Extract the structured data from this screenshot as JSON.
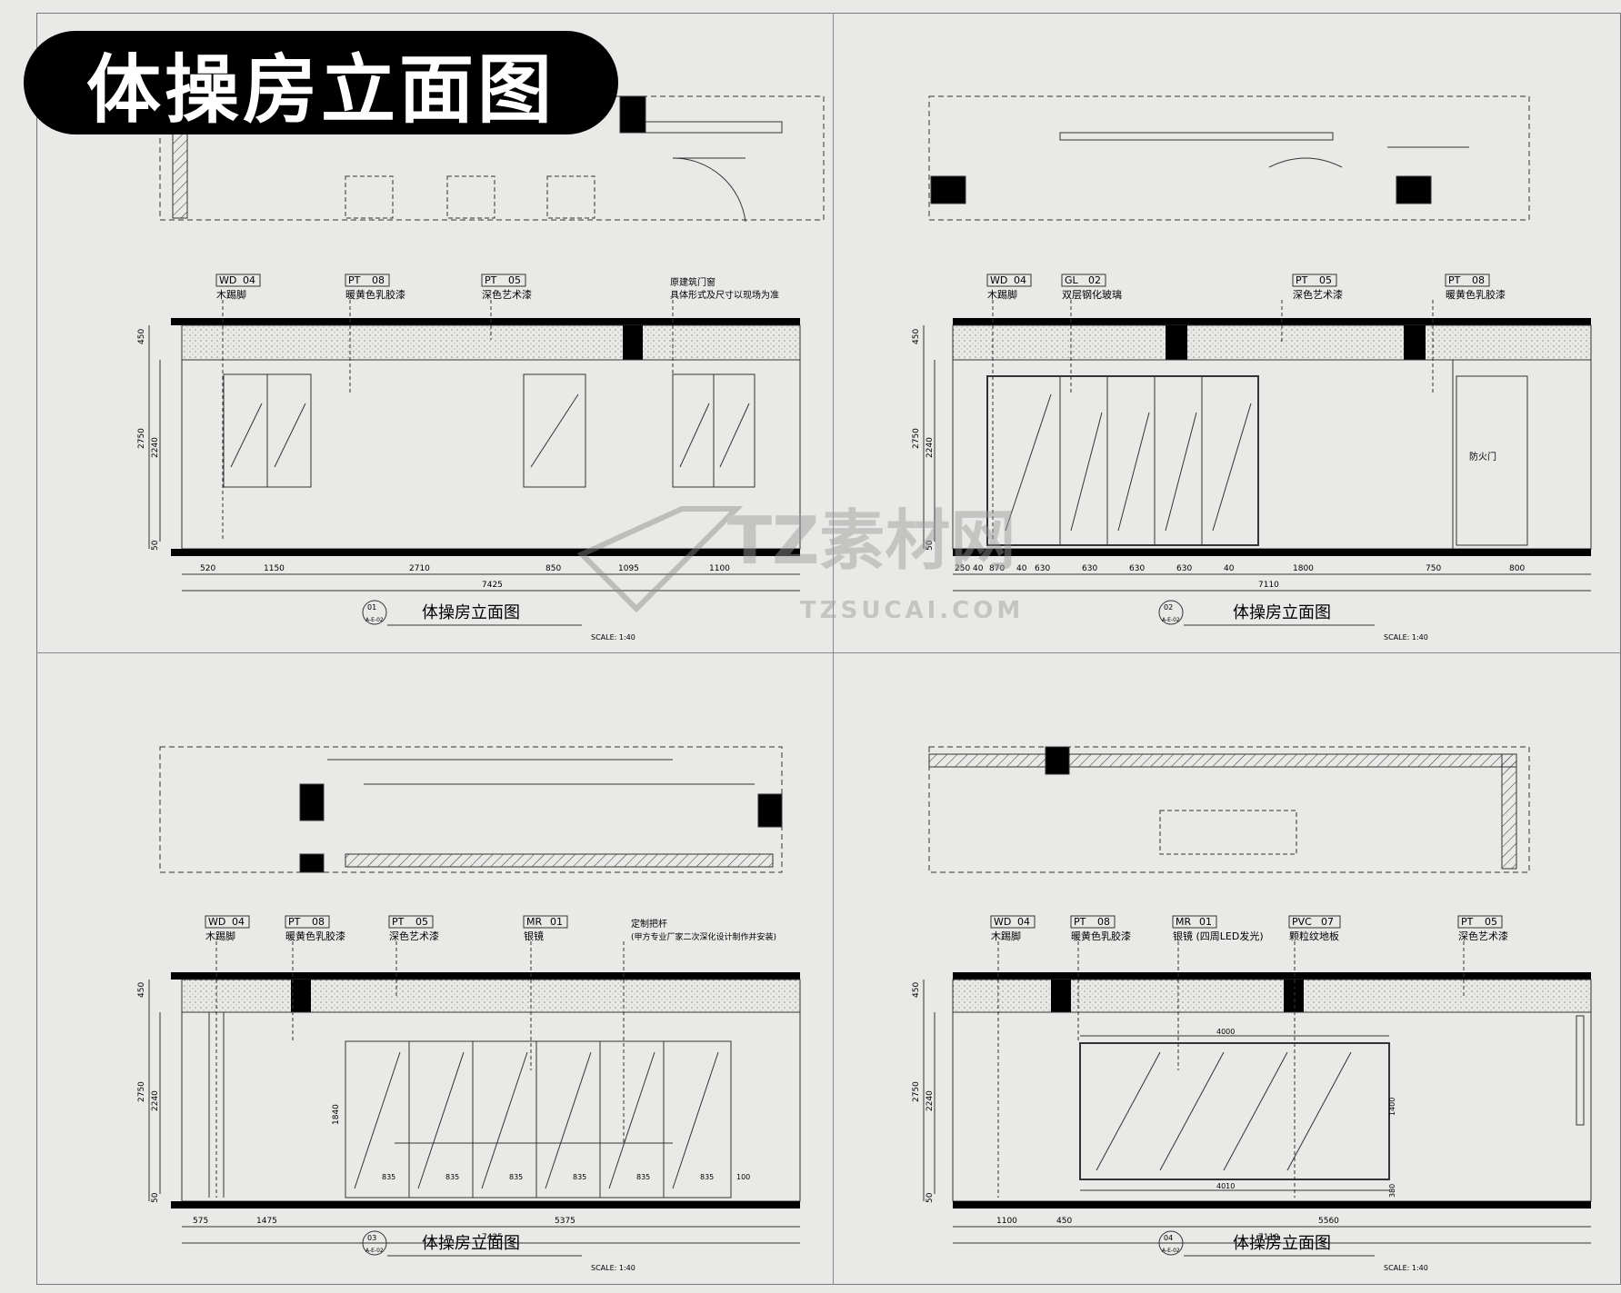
{
  "badge_title": "体操房立面图",
  "watermark": {
    "brand": "TZ素材网",
    "url": "TZSUCAI.COM"
  },
  "panels": [
    {
      "id": "01",
      "ref": "A-E-02",
      "title": "体操房立面图",
      "scale": "SCALE: 1:40",
      "height_dims": [
        "450",
        "2750",
        "2240",
        "50"
      ],
      "tags": [
        {
          "code": "WD",
          "num": "04",
          "label": "木踢脚"
        },
        {
          "code": "PT",
          "num": "08",
          "label": "暖黄色乳胶漆"
        },
        {
          "code": "PT",
          "num": "05",
          "label": "深色艺术漆"
        },
        {
          "code": "",
          "num": "",
          "label": "原建筑门窗",
          "label2": "具体形式及尺寸以现场为准"
        }
      ],
      "segments": [
        "520",
        "1150",
        "2710",
        "850",
        "1095",
        "1100"
      ],
      "total": "7425"
    },
    {
      "id": "02",
      "ref": "A-E-02",
      "title": "体操房立面图",
      "scale": "SCALE: 1:40",
      "height_dims": [
        "450",
        "2750",
        "2240",
        "50"
      ],
      "tags": [
        {
          "code": "WD",
          "num": "04",
          "label": "木踢脚"
        },
        {
          "code": "GL",
          "num": "02",
          "label": "双层钢化玻璃"
        },
        {
          "code": "PT",
          "num": "05",
          "label": "深色艺术漆"
        },
        {
          "code": "PT",
          "num": "08",
          "label": "暖黄色乳胶漆"
        }
      ],
      "segments": [
        "250",
        "40",
        "870",
        "40",
        "630",
        "630",
        "630",
        "630",
        "40",
        "1800",
        "750",
        "800"
      ],
      "total": "7110",
      "door_label": "防火门"
    },
    {
      "id": "03",
      "ref": "A-E-02",
      "title": "体操房立面图",
      "scale": "SCALE: 1:40",
      "height_dims": [
        "450",
        "2750",
        "2240",
        "50"
      ],
      "tags": [
        {
          "code": "WD",
          "num": "04",
          "label": "木踢脚"
        },
        {
          "code": "PT",
          "num": "08",
          "label": "暖黄色乳胶漆"
        },
        {
          "code": "PT",
          "num": "05",
          "label": "深色艺术漆"
        },
        {
          "code": "MR",
          "num": "01",
          "label": "银镜"
        },
        {
          "code": "",
          "num": "",
          "label": "定制把杆",
          "label2": "(甲方专业厂家二次深化设计制作并安装)"
        }
      ],
      "segments": [
        "575",
        "1475",
        "5375"
      ],
      "total": "7425",
      "mirror_h": "1840",
      "mirror_panels": [
        "835",
        "835",
        "835",
        "835",
        "835",
        "835",
        "100"
      ]
    },
    {
      "id": "04",
      "ref": "A-E-02",
      "title": "体操房立面图",
      "scale": "SCALE: 1:40",
      "height_dims": [
        "450",
        "2750",
        "2240",
        "50"
      ],
      "tags": [
        {
          "code": "WD",
          "num": "04",
          "label": "木踢脚"
        },
        {
          "code": "PT",
          "num": "08",
          "label": "暖黄色乳胶漆"
        },
        {
          "code": "MR",
          "num": "01",
          "label": "银镜 (四周LED发光)"
        },
        {
          "code": "PVC",
          "num": "07",
          "label": "颗粒纹地板"
        },
        {
          "code": "PT",
          "num": "05",
          "label": "深色艺术漆"
        }
      ],
      "segments": [
        "1100",
        "450",
        "5560"
      ],
      "total": "7110",
      "mirror_w_top": "4000",
      "mirror_w_bottom": "4010",
      "mirror_h": "1400",
      "mirror_gap": "380"
    }
  ]
}
